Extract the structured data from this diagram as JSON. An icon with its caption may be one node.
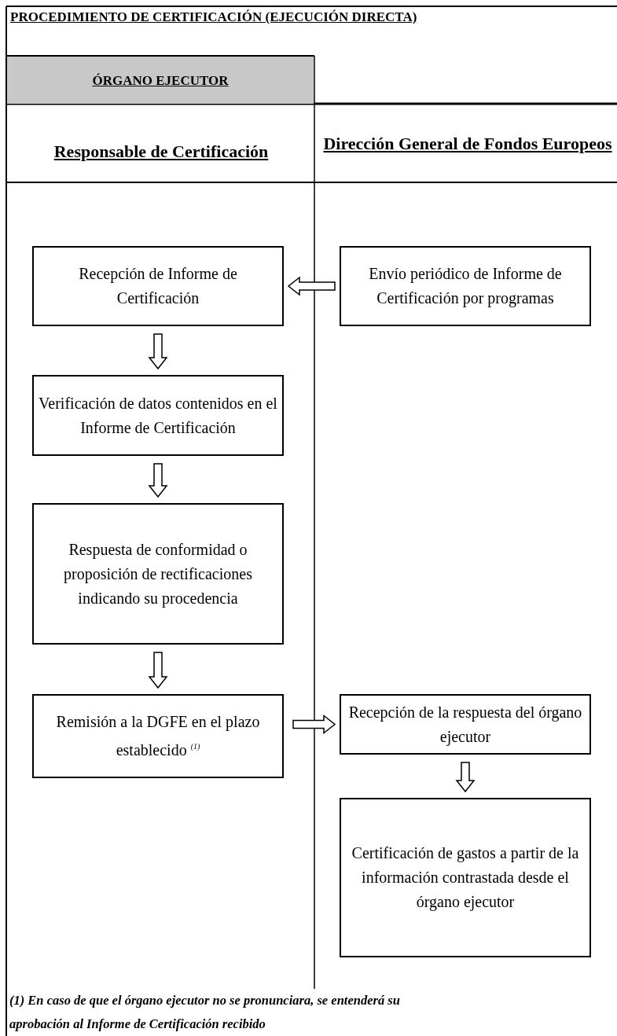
{
  "diagram": {
    "title": "PROCEDIMIENTO DE CERTIFICACIÓN (EJECUCIÓN DIRECTA)",
    "nodes": [
      {
        "text": [
          "ÓRGANO EJECUTOR"
        ]
      },
      {
        "text": [
          "Recepción de Informe de Certificación"
        ]
      },
      {
        "text": [
          "Envío periódico de Informe de Certificación por programas"
        ]
      },
      {
        "text": [
          "Verificación de datos contenidos en el Informe de Certificación"
        ]
      },
      {
        "text": [
          "Respuesta de conformidad o proposición de rectificaciones indicando su procedencia"
        ]
      },
      {
        "text": [
          "Remisión a la DGFE en el plazo establecido $^{(1)}$"
        ]
      },
      {
        "text": [
          "Recepción de la respuesta del órgano ejecutor"
        ]
      },
      {
        "text": [
          "Certificación de gastos a partir de la información contrastada desde el órgano ejecutor"
        ]
      }
    ],
    "edges": [
      {
        "from": 2,
        "to": 1,
        "arrow": "to"
      },
      {
        "from": 1,
        "to": 3,
        "arrow": "to"
      },
      {
        "from": 3,
        "to": 4,
        "arrow": "to"
      },
      {
        "from": 4,
        "to": 5,
        "arrow": "to"
      },
      {
        "from": 5,
        "to": 6,
        "arrow": "to"
      },
      {
        "from": 6,
        "to": 7,
        "arrow": "to"
      }
    ],
    "labels": [
      "Responsable de Certificación",
      "Dirección General de Fondos Europeos",
      "(1) En caso de que el órgano ejecutor no se pronunciara, se entenderá su aprobación al Informe de Certificación recibido"
    ]
  }
}
